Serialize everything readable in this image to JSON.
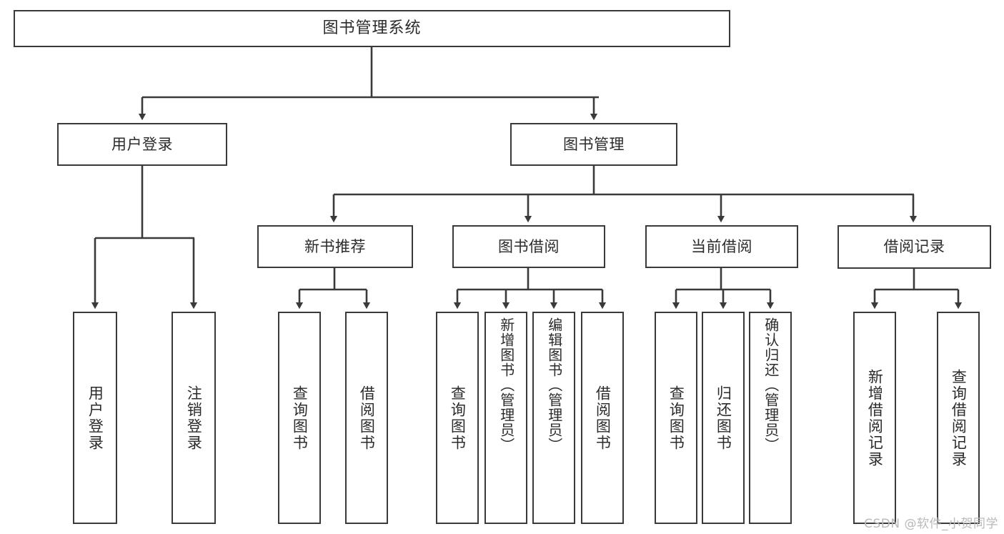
{
  "diagram": {
    "title": "图书管理系统",
    "watermark": "CSDN @软件_小贺同学",
    "stroke_color": "#3a3a3a",
    "text_color": "#2b2b2b",
    "background_color": "#ffffff",
    "nodes": {
      "root": "图书管理系统",
      "l1": [
        {
          "id": "user-login",
          "label": "用户登录"
        },
        {
          "id": "book-manage",
          "label": "图书管理"
        }
      ],
      "l2": [
        {
          "id": "new-book-recommend",
          "label": "新书推荐"
        },
        {
          "id": "book-borrow",
          "label": "图书借阅"
        },
        {
          "id": "current-borrow",
          "label": "当前借阅"
        },
        {
          "id": "borrow-record",
          "label": "借阅记录"
        }
      ],
      "leaves": {
        "user_login": [
          {
            "id": "leaf-user-login",
            "label": "用户登录"
          },
          {
            "id": "leaf-logout-login",
            "label": "注销登录"
          }
        ],
        "new_book_recommend": [
          {
            "id": "leaf-query-book-1",
            "label": "查询图书"
          },
          {
            "id": "leaf-borrow-book-1",
            "label": "借阅图书"
          }
        ],
        "book_borrow": [
          {
            "id": "leaf-query-book-2",
            "label": "查询图书"
          },
          {
            "id": "leaf-add-book",
            "label": "新增图书（管理员）"
          },
          {
            "id": "leaf-edit-book",
            "label": "编辑图书（管理员）"
          },
          {
            "id": "leaf-borrow-book-2",
            "label": "借阅图书"
          }
        ],
        "current_borrow": [
          {
            "id": "leaf-query-book-3",
            "label": "查询图书"
          },
          {
            "id": "leaf-return-book",
            "label": "归还图书"
          },
          {
            "id": "leaf-confirm-return",
            "label": "确认归还（管理员）"
          }
        ],
        "borrow_record": [
          {
            "id": "leaf-add-record",
            "label": "新增借阅记录"
          },
          {
            "id": "leaf-query-record",
            "label": "查询借阅记录"
          }
        ]
      }
    }
  },
  "chart_data": {
    "type": "diagram",
    "title": "图书管理系统",
    "layout": "top-down-tree",
    "levels": 4,
    "edges": [
      {
        "from": "图书管理系统",
        "to": "用户登录"
      },
      {
        "from": "图书管理系统",
        "to": "图书管理"
      },
      {
        "from": "用户登录",
        "to": "用户登录"
      },
      {
        "from": "用户登录",
        "to": "注销登录"
      },
      {
        "from": "图书管理",
        "to": "新书推荐"
      },
      {
        "from": "图书管理",
        "to": "图书借阅"
      },
      {
        "from": "图书管理",
        "to": "当前借阅"
      },
      {
        "from": "图书管理",
        "to": "借阅记录"
      },
      {
        "from": "新书推荐",
        "to": "查询图书"
      },
      {
        "from": "新书推荐",
        "to": "借阅图书"
      },
      {
        "from": "图书借阅",
        "to": "查询图书"
      },
      {
        "from": "图书借阅",
        "to": "新增图书（管理员）"
      },
      {
        "from": "图书借阅",
        "to": "编辑图书（管理员）"
      },
      {
        "from": "图书借阅",
        "to": "借阅图书"
      },
      {
        "from": "当前借阅",
        "to": "查询图书"
      },
      {
        "from": "当前借阅",
        "to": "归还图书"
      },
      {
        "from": "当前借阅",
        "to": "确认归还（管理员）"
      },
      {
        "from": "借阅记录",
        "to": "新增借阅记录"
      },
      {
        "from": "借阅记录",
        "to": "查询借阅记录"
      }
    ]
  }
}
